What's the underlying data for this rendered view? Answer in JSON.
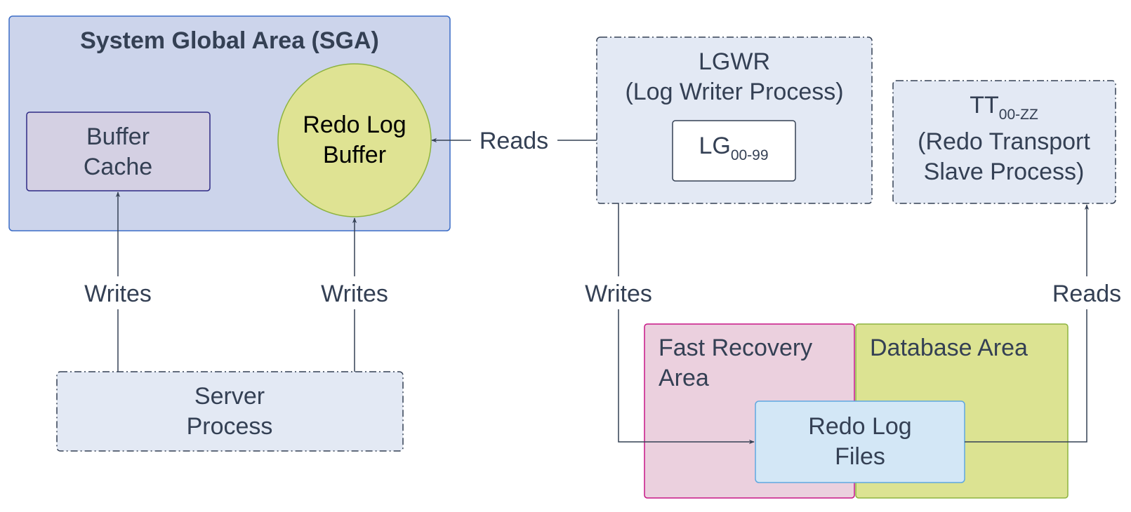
{
  "colors": {
    "text": "#344054",
    "edge": "#344054",
    "sga_fill": "#CCD4EB",
    "sga_stroke": "#3B6DC7",
    "buffer_cache_fill": "#D4D0E3",
    "buffer_cache_stroke": "#2E2A85",
    "redo_buffer_fill": "#DFE393",
    "redo_buffer_stroke": "#8DB33F",
    "process_fill": "#E3E9F4",
    "fra_fill": "#EBD0DE",
    "fra_stroke": "#C71585",
    "db_area_fill": "#DCE392",
    "db_area_stroke": "#8DB33F",
    "redo_files_fill": "#D3E7F6",
    "redo_files_stroke": "#5FA8E0"
  },
  "nodes": {
    "sga": {
      "title": "System Global Area (SGA)"
    },
    "buffer_cache": {
      "line1": "Buffer",
      "line2": "Cache"
    },
    "redo_log_buffer": {
      "line1": "Redo Log",
      "line2": "Buffer"
    },
    "server_process": {
      "line1": "Server",
      "line2": "Process"
    },
    "lgwr": {
      "line1": "LGWR",
      "line2": "(Log Writer Process)",
      "sub_box": {
        "main": "LG",
        "subscript": "00-99"
      }
    },
    "tt": {
      "main": "TT",
      "subscript": "00-ZZ",
      "line2": "(Redo Transport",
      "line3": "Slave Process)"
    },
    "fast_recovery_area": {
      "line1": "Fast Recovery",
      "line2": "Area"
    },
    "database_area": {
      "line1": "Database Area"
    },
    "redo_log_files": {
      "line1": "Redo Log",
      "line2": "Files"
    }
  },
  "edges": {
    "reads_lgwr": "Reads",
    "writes_buffer_cache": "Writes",
    "writes_redo_buffer": "Writes",
    "writes_lgwr_files": "Writes",
    "reads_tt": "Reads"
  }
}
